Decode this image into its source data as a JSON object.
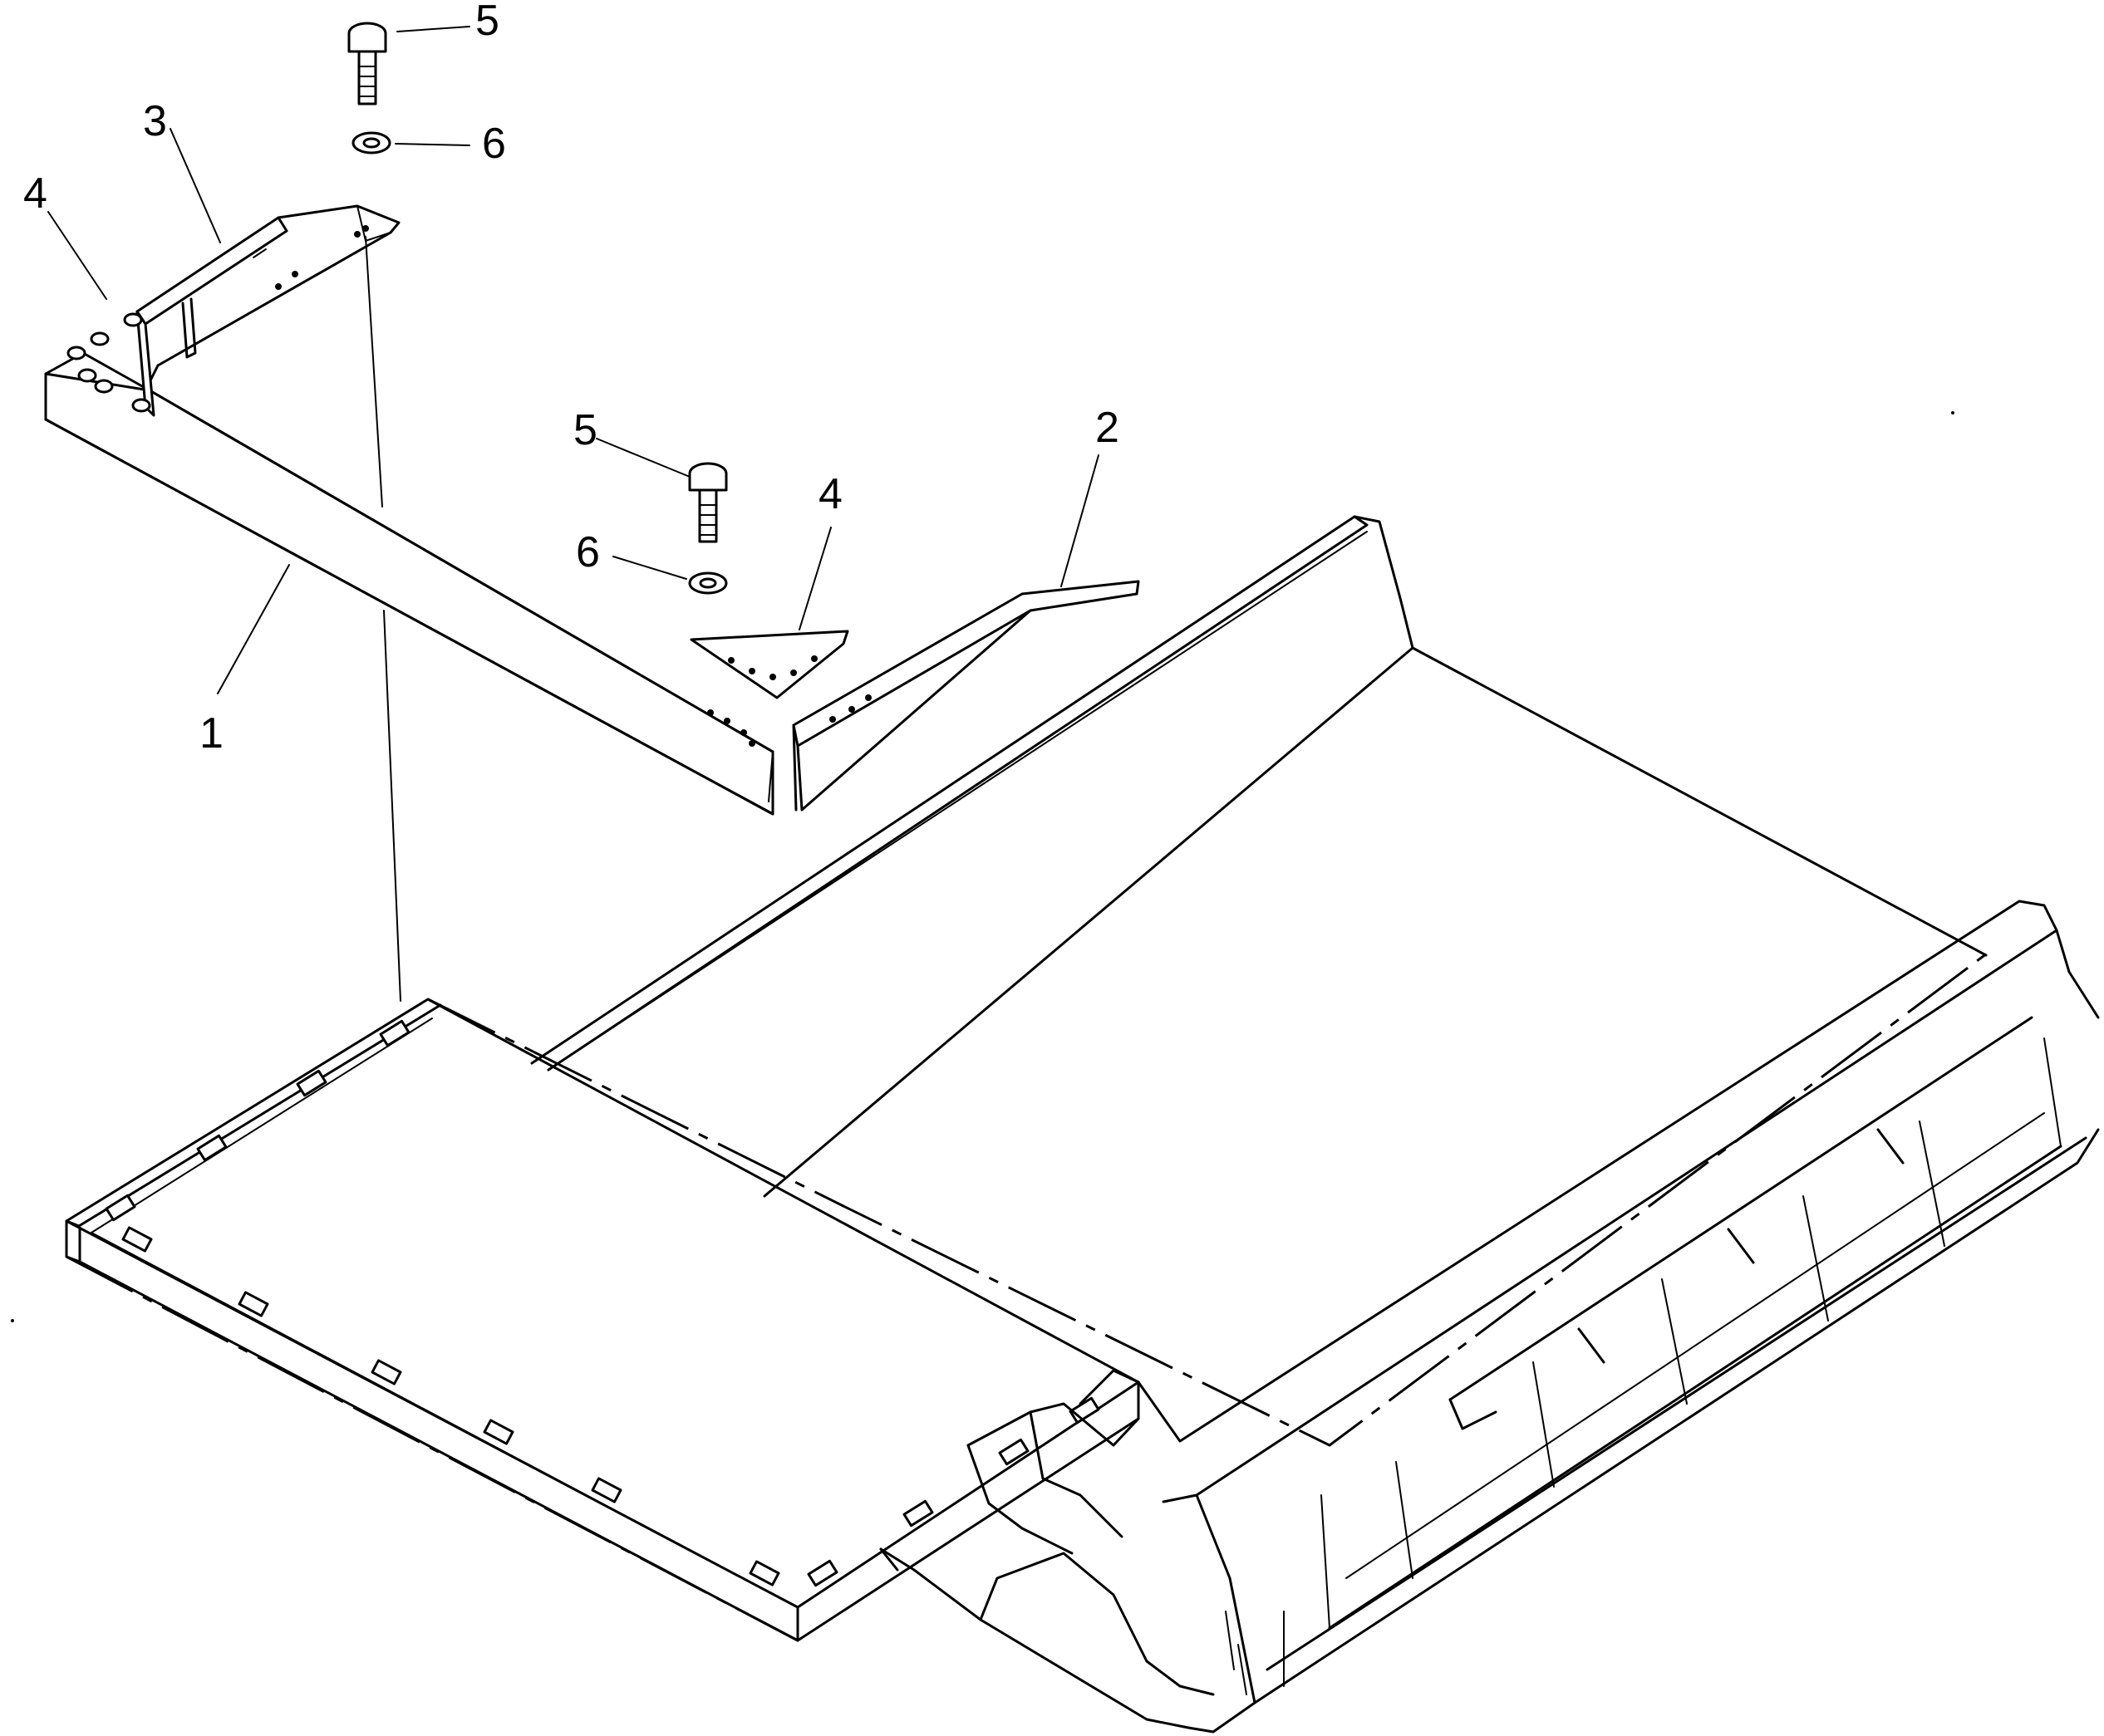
{
  "callouts": {
    "c1": "1",
    "c2": "2",
    "c3": "3",
    "c4a": "4",
    "c4b": "4",
    "c5a": "5",
    "c5b": "5",
    "c6a": "6",
    "c6b": "6"
  }
}
